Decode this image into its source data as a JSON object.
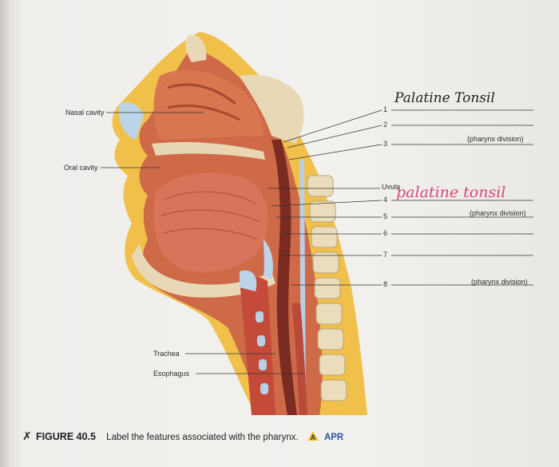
{
  "labels": {
    "nasal_cavity": "Nasal cavity",
    "oral_cavity": "Oral cavity",
    "uvula": "Uvula",
    "trachea": "Trachea",
    "esophagus": "Esophagus"
  },
  "numbers": [
    "1",
    "2",
    "3",
    "4",
    "5",
    "6",
    "7",
    "8"
  ],
  "pharynx_division": "(pharynx division)",
  "handwritten": {
    "answer_1": "Palatine Tonsil",
    "answer_4": "palatine tonsil"
  },
  "caption": {
    "figure": "FIGURE 40.5",
    "text": "Label the features associated with the pharynx.",
    "badge": "APR"
  },
  "colors": {
    "muscle": "#c85a3e",
    "bone": "#e8d7b4",
    "cartilage": "#b9d2e6",
    "skin": "#f2c94c",
    "handwriting": "#d8457a"
  }
}
